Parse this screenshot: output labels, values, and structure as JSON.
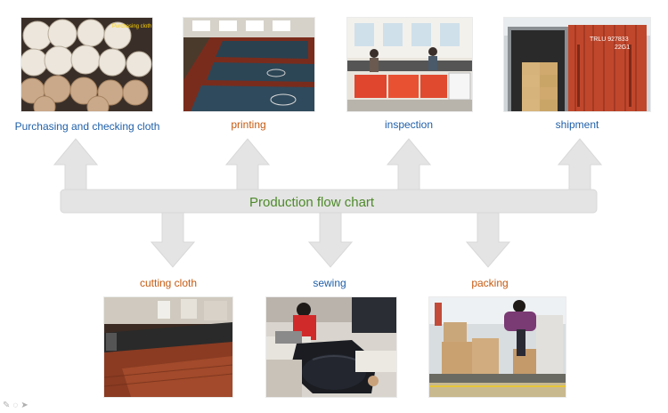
{
  "title": "Production flow chart",
  "top_steps": [
    {
      "label": "Purchasing and checking  cloth",
      "photo_caption": "Purchasing cloth",
      "color": "#1f5fa8"
    },
    {
      "label": "printing",
      "color": "#c55a11"
    },
    {
      "label": "inspection",
      "color": "#1f5fa8"
    },
    {
      "label": "shipment",
      "color": "#1f5fa8"
    }
  ],
  "bottom_steps": [
    {
      "label": "cutting cloth",
      "color": "#c55a11"
    },
    {
      "label": "sewing",
      "color": "#1f5fa8"
    },
    {
      "label": "packing",
      "color": "#c55a11"
    }
  ],
  "container_text": "TRLU 927833\n22G1",
  "colors": {
    "arrow": "#e4e4e4",
    "title": "#4e8a2a"
  },
  "slide_tools": [
    "pen-icon",
    "eraser-icon",
    "pointer-icon"
  ]
}
